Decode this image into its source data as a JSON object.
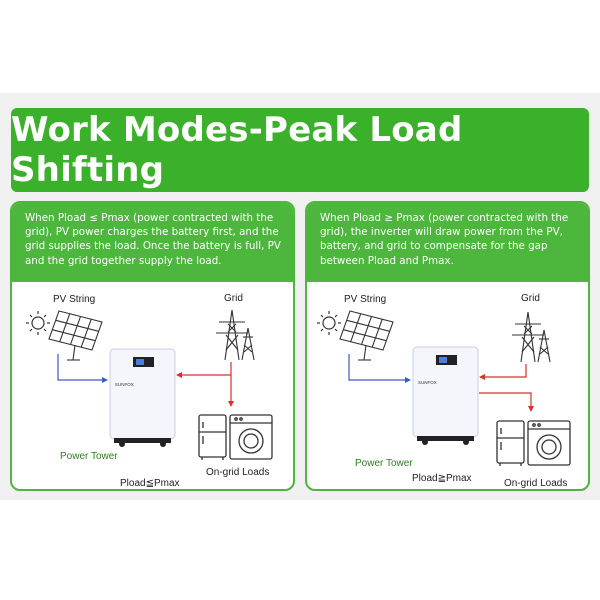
{
  "title": "Work Modes-Peak Load Shifting",
  "panels": [
    {
      "description": "When Pload ≤ Pmax (power contracted with the grid), PV power charges the battery first, and the grid supplies the load. Once the battery is full, PV and the grid together supply the load.",
      "pv_label": "PV String",
      "grid_label": "Grid",
      "brand": "SUNFOX",
      "tower_label": "Power Tower",
      "loads_label": "On-grid Loads",
      "condition": "Pload≦Pmax"
    },
    {
      "description": "When Pload ≥ Pmax (power contracted with the grid), the inverter will draw power from the PV, battery, and grid to compensate for the gap between Pload and Pmax.",
      "pv_label": "PV String",
      "grid_label": "Grid",
      "brand": "SUNFOX",
      "tower_label": "Power Tower",
      "loads_label": "On-grid Loads",
      "condition": "Pload≧Pmax"
    }
  ],
  "colors": {
    "banner": "#3bb02b",
    "panel_border": "#4db63c",
    "pv_flow": "#3b5bbf",
    "grid_flow": "#d9302b"
  }
}
